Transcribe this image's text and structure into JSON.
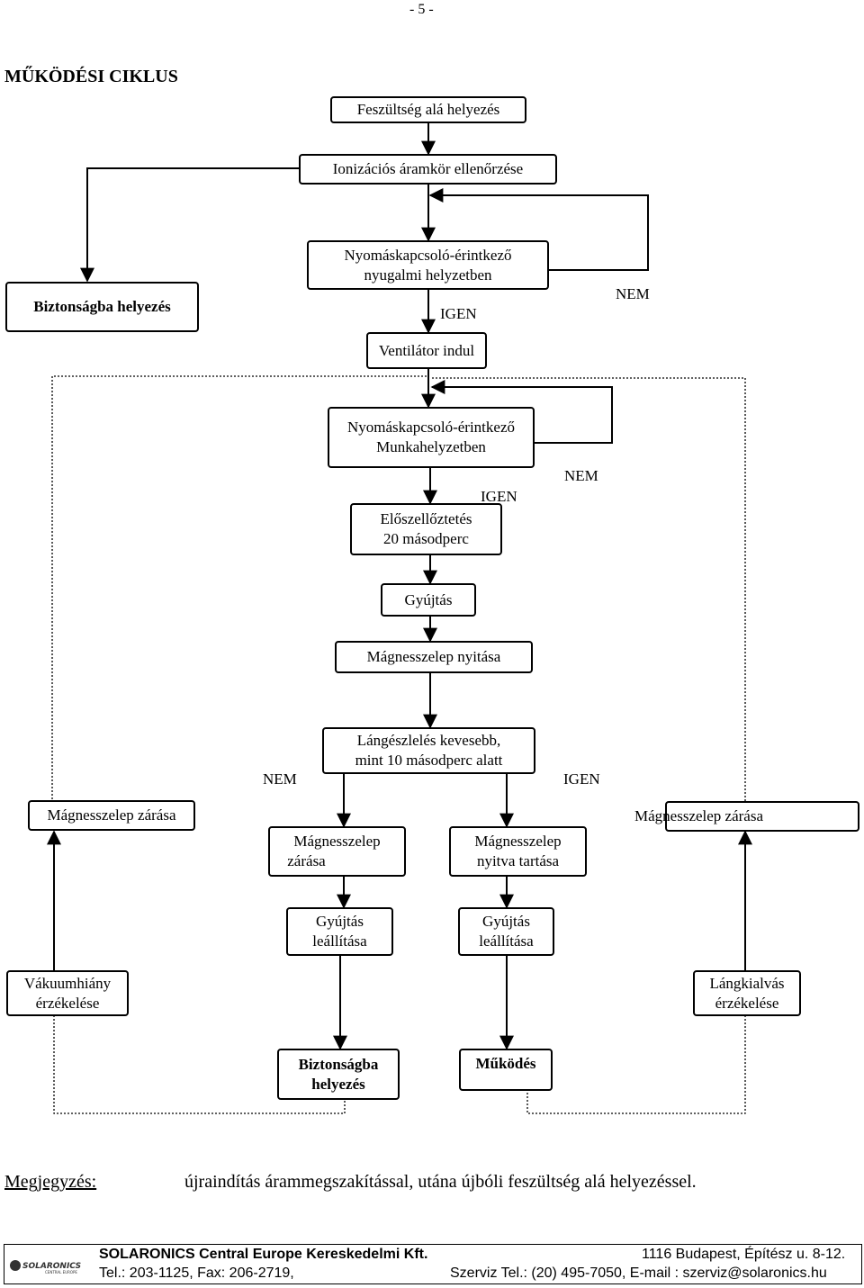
{
  "page_number": "- 5 -",
  "title": "MŰKÖDÉSI CIKLUS",
  "flow": {
    "power_on": "Feszültség alá helyezés",
    "ion_check": "Ionizációs áramkör ellenőrzése",
    "pressure_rest_1": "Nyomáskapcsoló-érintkező",
    "pressure_rest_2": "nyugalmi helyzetben",
    "safety_top": "Biztonságba helyezés",
    "nem_1": "NEM",
    "igen_1": "IGEN",
    "fan_start": "Ventilátor indul",
    "pressure_work_1": "Nyomáskapcsoló-érintkező",
    "pressure_work_2": "Munkahelyzetben",
    "nem_2": "NEM",
    "igen_2": "IGEN",
    "prepurge_1": "Előszellőztetés",
    "prepurge_2": "20 másodperc",
    "ignition": "Gyújtás",
    "valve_open": "Mágnesszelep nyitása",
    "flame_detect_1": "Lángészlelés kevesebb,",
    "flame_detect_2": "mint 10 másodperc alatt",
    "nem_3": "NEM",
    "igen_3": "IGEN",
    "valve_close_left": "Mágnesszelep zárása",
    "valve_close_right": "Mágnesszelep zárása",
    "valve_close_mid_1": "Mágnesszelep",
    "valve_close_mid_2": "zárása",
    "valve_keep_1": "Mágnesszelep",
    "valve_keep_2": "nyitva tartása",
    "ign_stop_1": "Gyújtás",
    "ign_stop_2": "leállítása",
    "ign_stop_r1": "Gyújtás",
    "ign_stop_r2": "leállítása",
    "vacuum_1": "Vákuumhiány",
    "vacuum_2": "érzékelése",
    "flameout_1": "Lángkialvás",
    "flameout_2": "érzékelése",
    "safety_bottom_1": "Biztonságba",
    "safety_bottom_2": "helyezés",
    "operation": "Működés"
  },
  "note": {
    "label": "Megjegyzés:",
    "text": "újraindítás árammegszakítással, utána újbóli feszültség alá helyezéssel."
  },
  "footer": {
    "company": "SOLARONICS Central Europe Kereskedelmi Kft.",
    "address": "1116 Budapest, Építész u. 8-12.",
    "phone": "Tel.: 203-1125, Fax: 206-2719,",
    "service": "Szerviz Tel.:  (20) 495-7050, E-mail : szerviz@solaronics.hu",
    "logo_text": "SOLARONICS",
    "logo_sub": "CENTRAL EUROPE"
  }
}
